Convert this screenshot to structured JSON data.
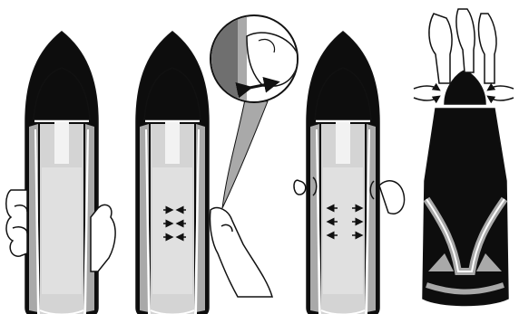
{
  "illustration": {
    "panels": [
      {
        "id": "panel-1-hold",
        "hands": [
          "left-hand"
        ],
        "arrows": []
      },
      {
        "id": "panel-2-press-grip",
        "hands": [
          "right-hand"
        ],
        "arrows": [
          "inward-arrows-3-rows"
        ],
        "magnifier": {
          "shows": "finger-pressing-side",
          "arrow": "double-headed-horizontal"
        }
      },
      {
        "id": "panel-3-squeeze-both-sides",
        "hands": [
          "left-thumb",
          "right-thumb"
        ],
        "arrows": [
          "outward-inward-arrows-3-rows"
        ]
      },
      {
        "id": "panel-4-pull-cap",
        "hands": [
          "both-hands-top"
        ],
        "arrows": [
          "curved-arrows-left",
          "curved-arrows-right"
        ]
      }
    ],
    "colors": {
      "outline": "#111111",
      "black": "#0d0d0d",
      "dark_grey": "#6f6f6f",
      "mid_grey": "#a9a9a9",
      "light_grey": "#d4d4d4",
      "pale_grey": "#e8e8e8",
      "white": "#ffffff"
    }
  }
}
